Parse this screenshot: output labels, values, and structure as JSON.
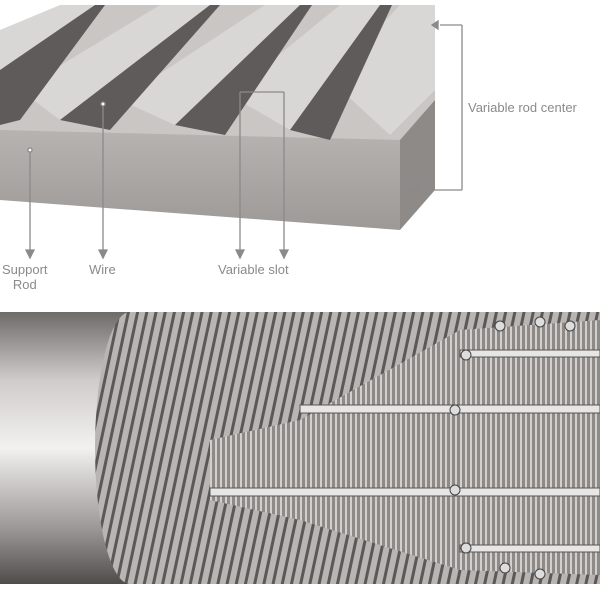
{
  "labels": {
    "rod_center": "Variable rod center",
    "support_rod": "Support\nRod",
    "support_rod_line1": "Support",
    "support_rod_line2": "Rod",
    "wire": "Wire",
    "slot": "Variable slot"
  },
  "colors": {
    "metal": "#a8a4a2",
    "metal_dark": "#6f6b6a",
    "label": "#8a8a8a"
  }
}
